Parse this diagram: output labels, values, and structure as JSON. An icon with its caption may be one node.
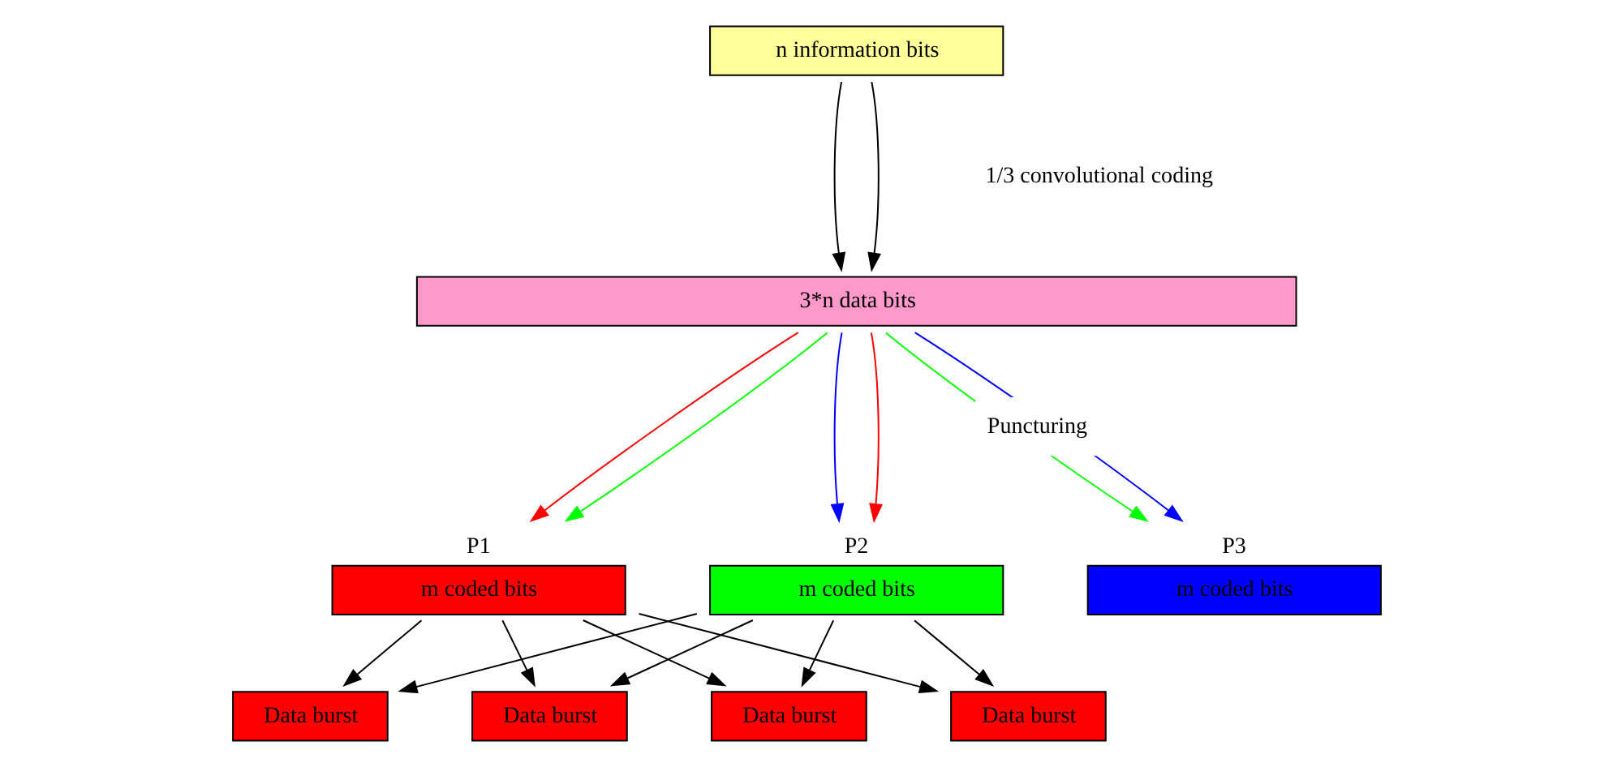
{
  "diagram": {
    "nodes": [
      {
        "text": [
          "n information bits"
        ]
      },
      {
        "text": [
          "3*n data bits"
        ]
      },
      {
        "text": [
          "P1",
          "m coded bits"
        ]
      },
      {
        "text": [
          "P2",
          "m coded bits"
        ]
      },
      {
        "text": [
          "P3",
          "m coded bits"
        ]
      },
      {
        "text": [
          "Data burst"
        ]
      },
      {
        "text": [
          "Data burst"
        ]
      },
      {
        "text": [
          "Data burst"
        ]
      },
      {
        "text": [
          "Data burst"
        ]
      }
    ],
    "edges": [
      {
        "from": 0,
        "to": 1,
        "arrow": "to"
      },
      {
        "from": 0,
        "to": 1,
        "arrow": "to"
      },
      {
        "from": 1,
        "to": 2,
        "arrow": "to",
        "color": "#ff0000"
      },
      {
        "from": 1,
        "to": 2,
        "arrow": "to",
        "color": "#00ff00"
      },
      {
        "from": 1,
        "to": 3,
        "arrow": "to",
        "color": "#0000ff"
      },
      {
        "from": 1,
        "to": 3,
        "arrow": "to",
        "color": "#ff0000"
      },
      {
        "from": 1,
        "to": 4,
        "arrow": "to",
        "color": "#00ff00"
      },
      {
        "from": 1,
        "to": 4,
        "arrow": "to",
        "color": "#0000ff"
      },
      {
        "from": 2,
        "to": 5,
        "arrow": "to"
      },
      {
        "from": 2,
        "to": 6,
        "arrow": "to"
      },
      {
        "from": 2,
        "to": 7,
        "arrow": "to"
      },
      {
        "from": 2,
        "to": 8,
        "arrow": "to"
      },
      {
        "from": 3,
        "to": 5,
        "arrow": "to"
      },
      {
        "from": 3,
        "to": 6,
        "arrow": "to"
      },
      {
        "from": 3,
        "to": 7,
        "arrow": "to"
      },
      {
        "from": 3,
        "to": 8,
        "arrow": "to"
      }
    ],
    "labels": [
      "1/3 convolutional coding",
      "Puncturing"
    ]
  }
}
